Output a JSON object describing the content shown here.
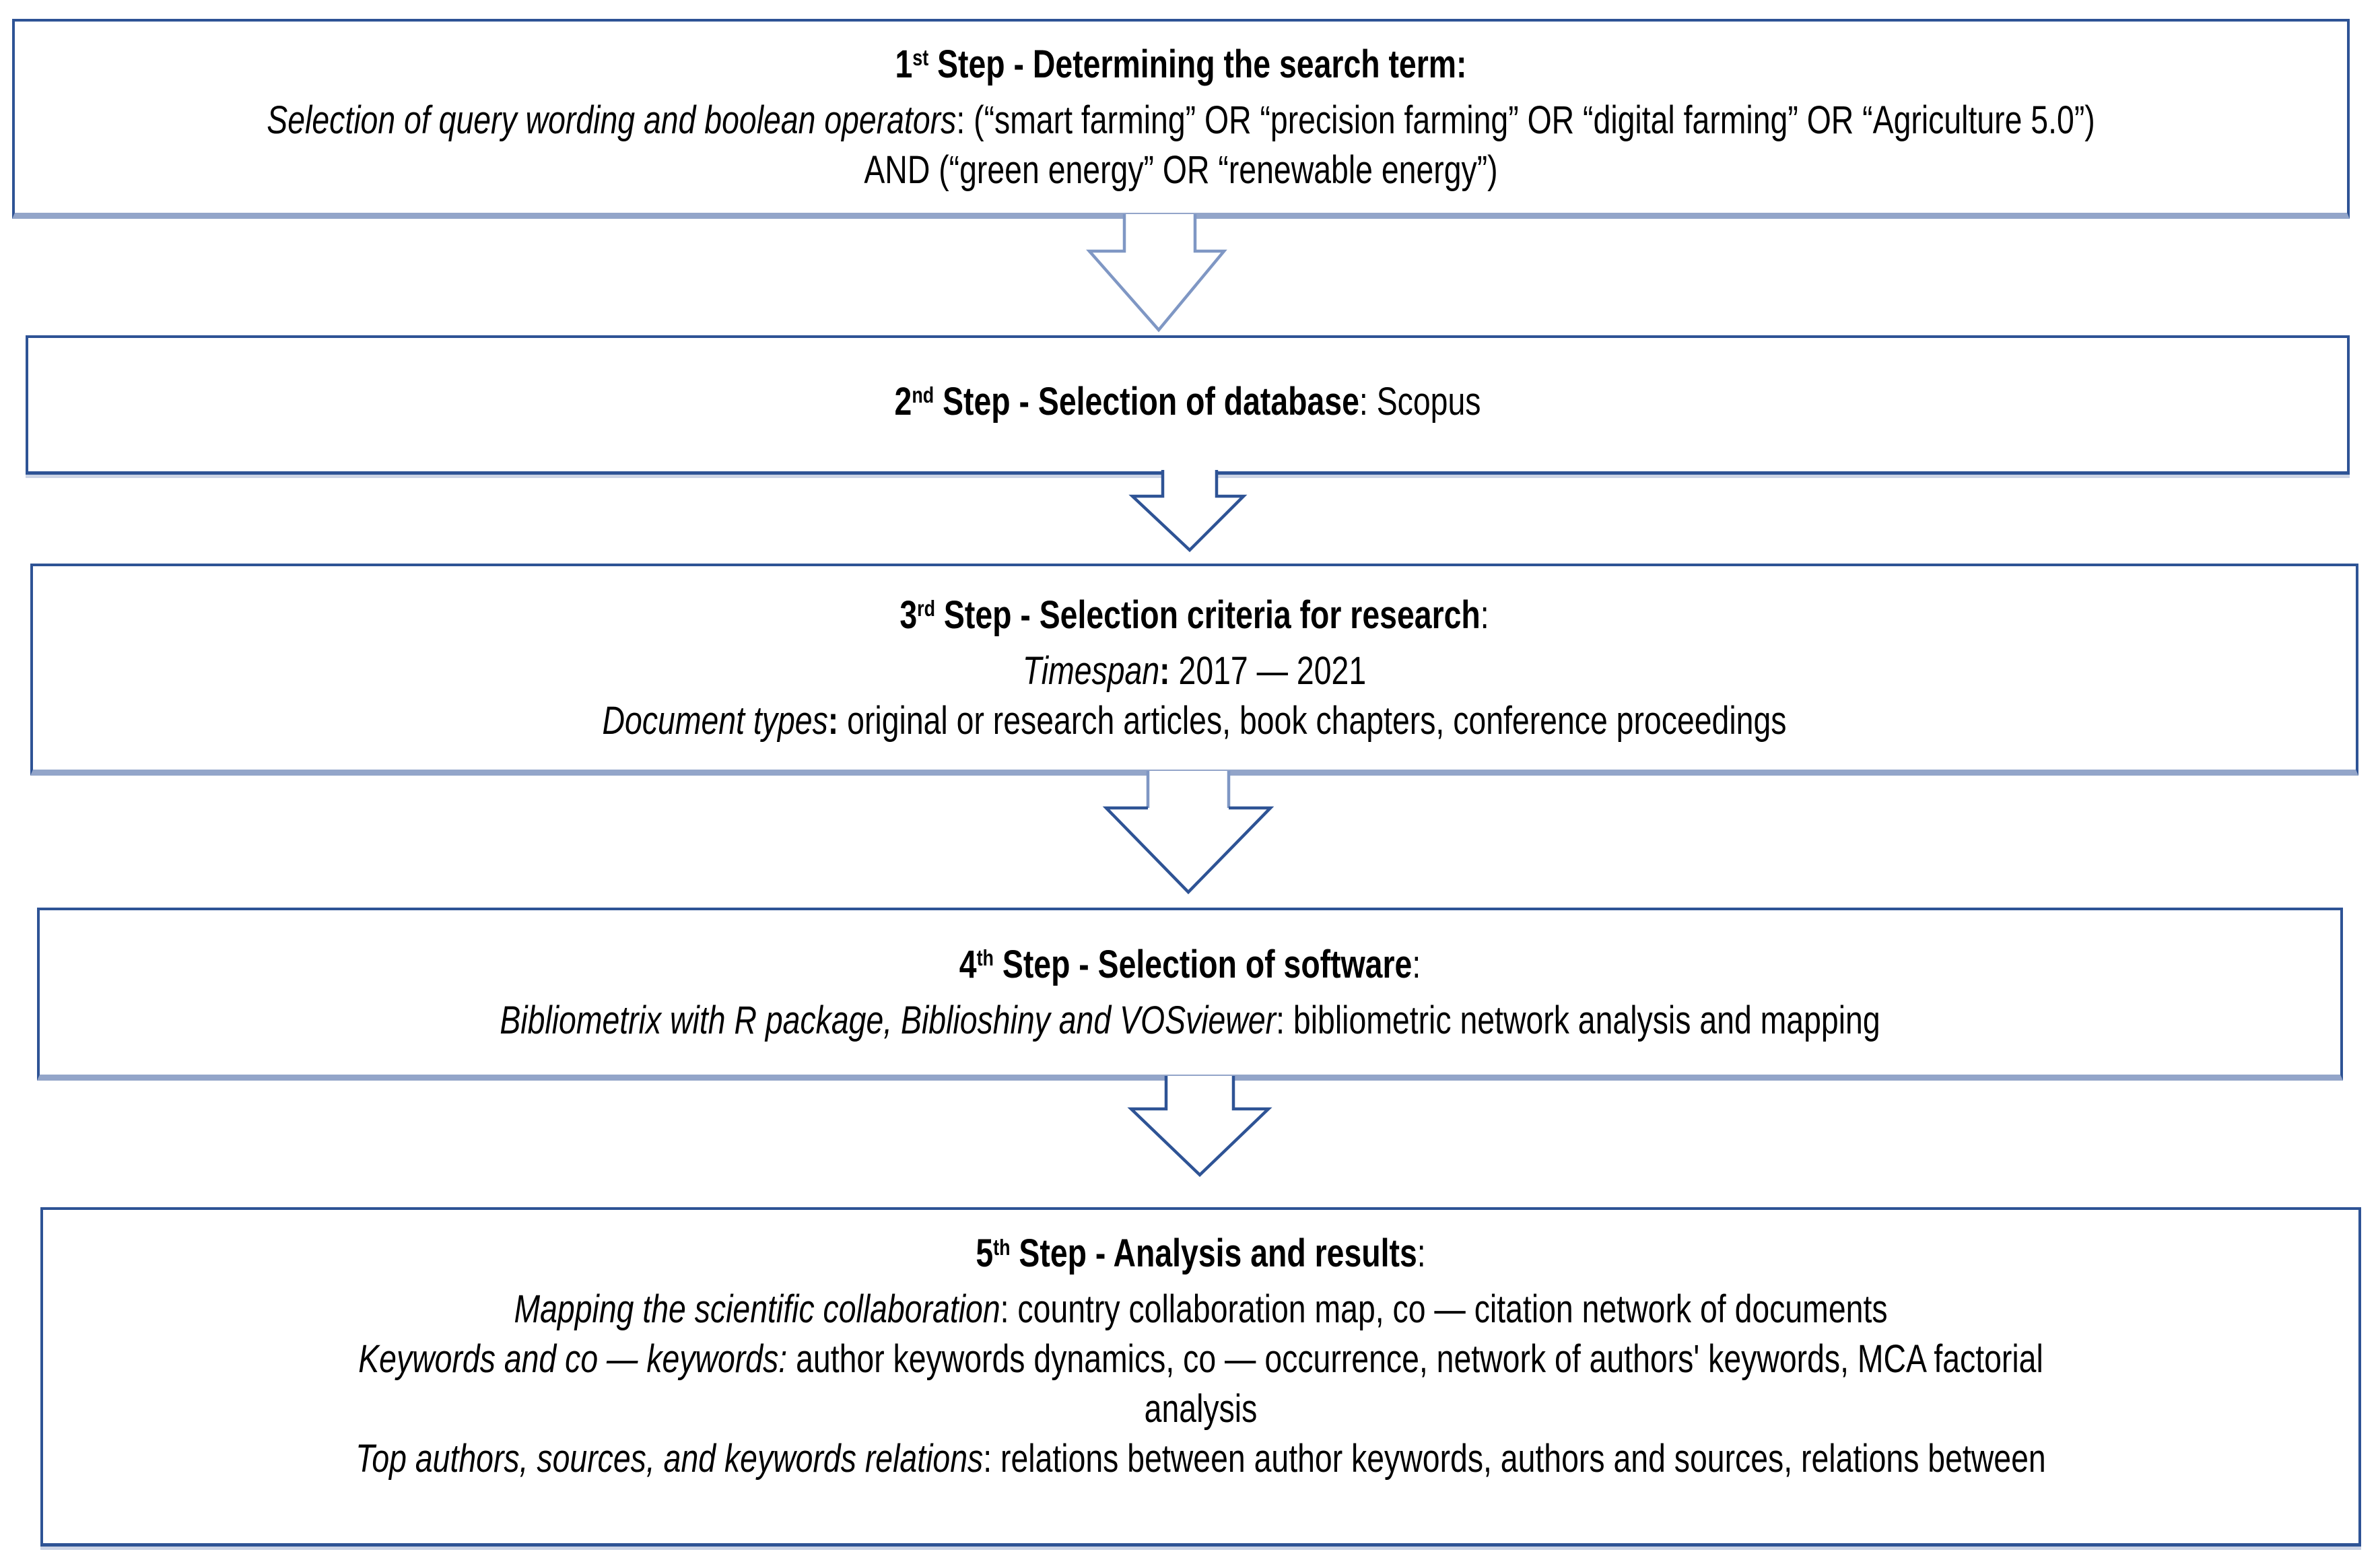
{
  "figure": {
    "type": "flowchart",
    "direction": "top-down",
    "description_lines_are_as_rendered": true
  },
  "colors": {
    "box_border": "#2e5395",
    "box_border_light": "#93a5c9",
    "arrow_dark": "#2e5395",
    "arrow_light": "#7f97c4",
    "background": "#ffffff",
    "text": "#000000"
  },
  "boxes": [
    {
      "name": "step-1",
      "lines": [
        [
          {
            "t": "1",
            "s": "b"
          },
          {
            "t": "st",
            "s": "bsup"
          },
          {
            "t": " Step - Determining the search term:",
            "s": "b"
          }
        ],
        [
          {
            "t": "Selection of query wording and boolean operators",
            "s": "i"
          },
          {
            "t": ": (“smart farming” OR “precision farming” OR “digital farming” OR “Agriculture 5.0”)",
            "s": "r"
          }
        ],
        [
          {
            "t": "AND (“green energy” OR “renewable energy”)",
            "s": "r"
          }
        ]
      ]
    },
    {
      "name": "step-2",
      "lines": [
        [
          {
            "t": "2",
            "s": "b"
          },
          {
            "t": "nd",
            "s": "bsup"
          },
          {
            "t": " Step - Selection of database",
            "s": "b"
          },
          {
            "t": ": Scopus",
            "s": "r"
          }
        ]
      ]
    },
    {
      "name": "step-3",
      "lines": [
        [
          {
            "t": "3",
            "s": "b"
          },
          {
            "t": "rd",
            "s": "bsup"
          },
          {
            "t": " Step - Selection criteria for research",
            "s": "b"
          },
          {
            "t": ":",
            "s": "r"
          }
        ],
        [
          {
            "t": "Timespan",
            "s": "i"
          },
          {
            "t": ":",
            "s": "b"
          },
          {
            "t": " 2017 — 2021",
            "s": "r"
          }
        ],
        [
          {
            "t": "Document types",
            "s": "i"
          },
          {
            "t": ":",
            "s": "b"
          },
          {
            "t": " original or research articles, book chapters, conference proceedings",
            "s": "r"
          }
        ]
      ]
    },
    {
      "name": "step-4",
      "lines": [
        [
          {
            "t": "4",
            "s": "b"
          },
          {
            "t": "th",
            "s": "bsup"
          },
          {
            "t": " Step - Selection of software",
            "s": "b"
          },
          {
            "t": ":",
            "s": "r"
          }
        ],
        [
          {
            "t": "Bibliometrix with R package, Biblioshiny and VOSviewer",
            "s": "i"
          },
          {
            "t": ": bibliometric network analysis and mapping",
            "s": "r"
          }
        ]
      ]
    },
    {
      "name": "step-5",
      "lines": [
        [
          {
            "t": "5",
            "s": "b"
          },
          {
            "t": "th",
            "s": "bsup"
          },
          {
            "t": " Step - Analysis and results",
            "s": "b"
          },
          {
            "t": ":",
            "s": "r"
          }
        ],
        [
          {
            "t": "Mapping the scientific collaboration",
            "s": "i"
          },
          {
            "t": ": country collaboration map, co — citation network of documents",
            "s": "r"
          }
        ],
        [
          {
            "t": "Keywords and co — keywords:",
            "s": "i"
          },
          {
            "t": " author keywords dynamics, co — occurrence, network of authors' keywords, MCA factorial",
            "s": "r"
          }
        ],
        [
          {
            "t": "analysis",
            "s": "r"
          }
        ],
        [
          {
            "t": "Top authors, sources, and keywords relations",
            "s": "i"
          },
          {
            "t": ": relations between author keywords, authors and sources, relations between",
            "s": "r"
          }
        ]
      ]
    }
  ]
}
